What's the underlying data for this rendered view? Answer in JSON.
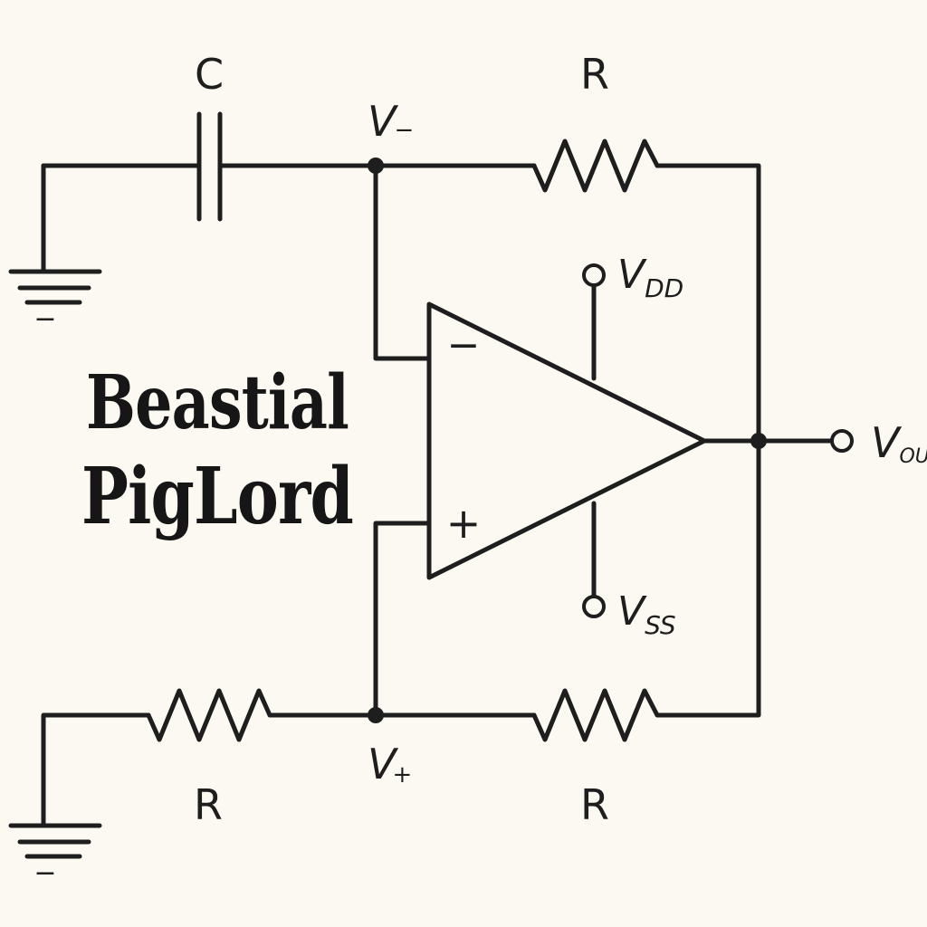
{
  "colors": {
    "background": "#fbf9f1",
    "ink": "#1e1e1e"
  },
  "labels": {
    "capacitor": "C",
    "resistor_feedback_top": "R",
    "resistor_bottom_left": "R",
    "resistor_bottom_right": "R",
    "node_minus_base": "V",
    "node_minus_sub": "−",
    "node_plus_base": "V",
    "node_plus_sub": "+",
    "vdd_base": "V",
    "vdd_sub": "DD",
    "vss_base": "V",
    "vss_sub": "SS",
    "vout_base": "V",
    "vout_sub": "OU",
    "opamp_minus": "−",
    "opamp_plus": "+",
    "ground_top_mark": "−",
    "ground_bottom_mark": "−"
  },
  "watermark": {
    "line1": "Beastial",
    "line2": "PigLord"
  }
}
